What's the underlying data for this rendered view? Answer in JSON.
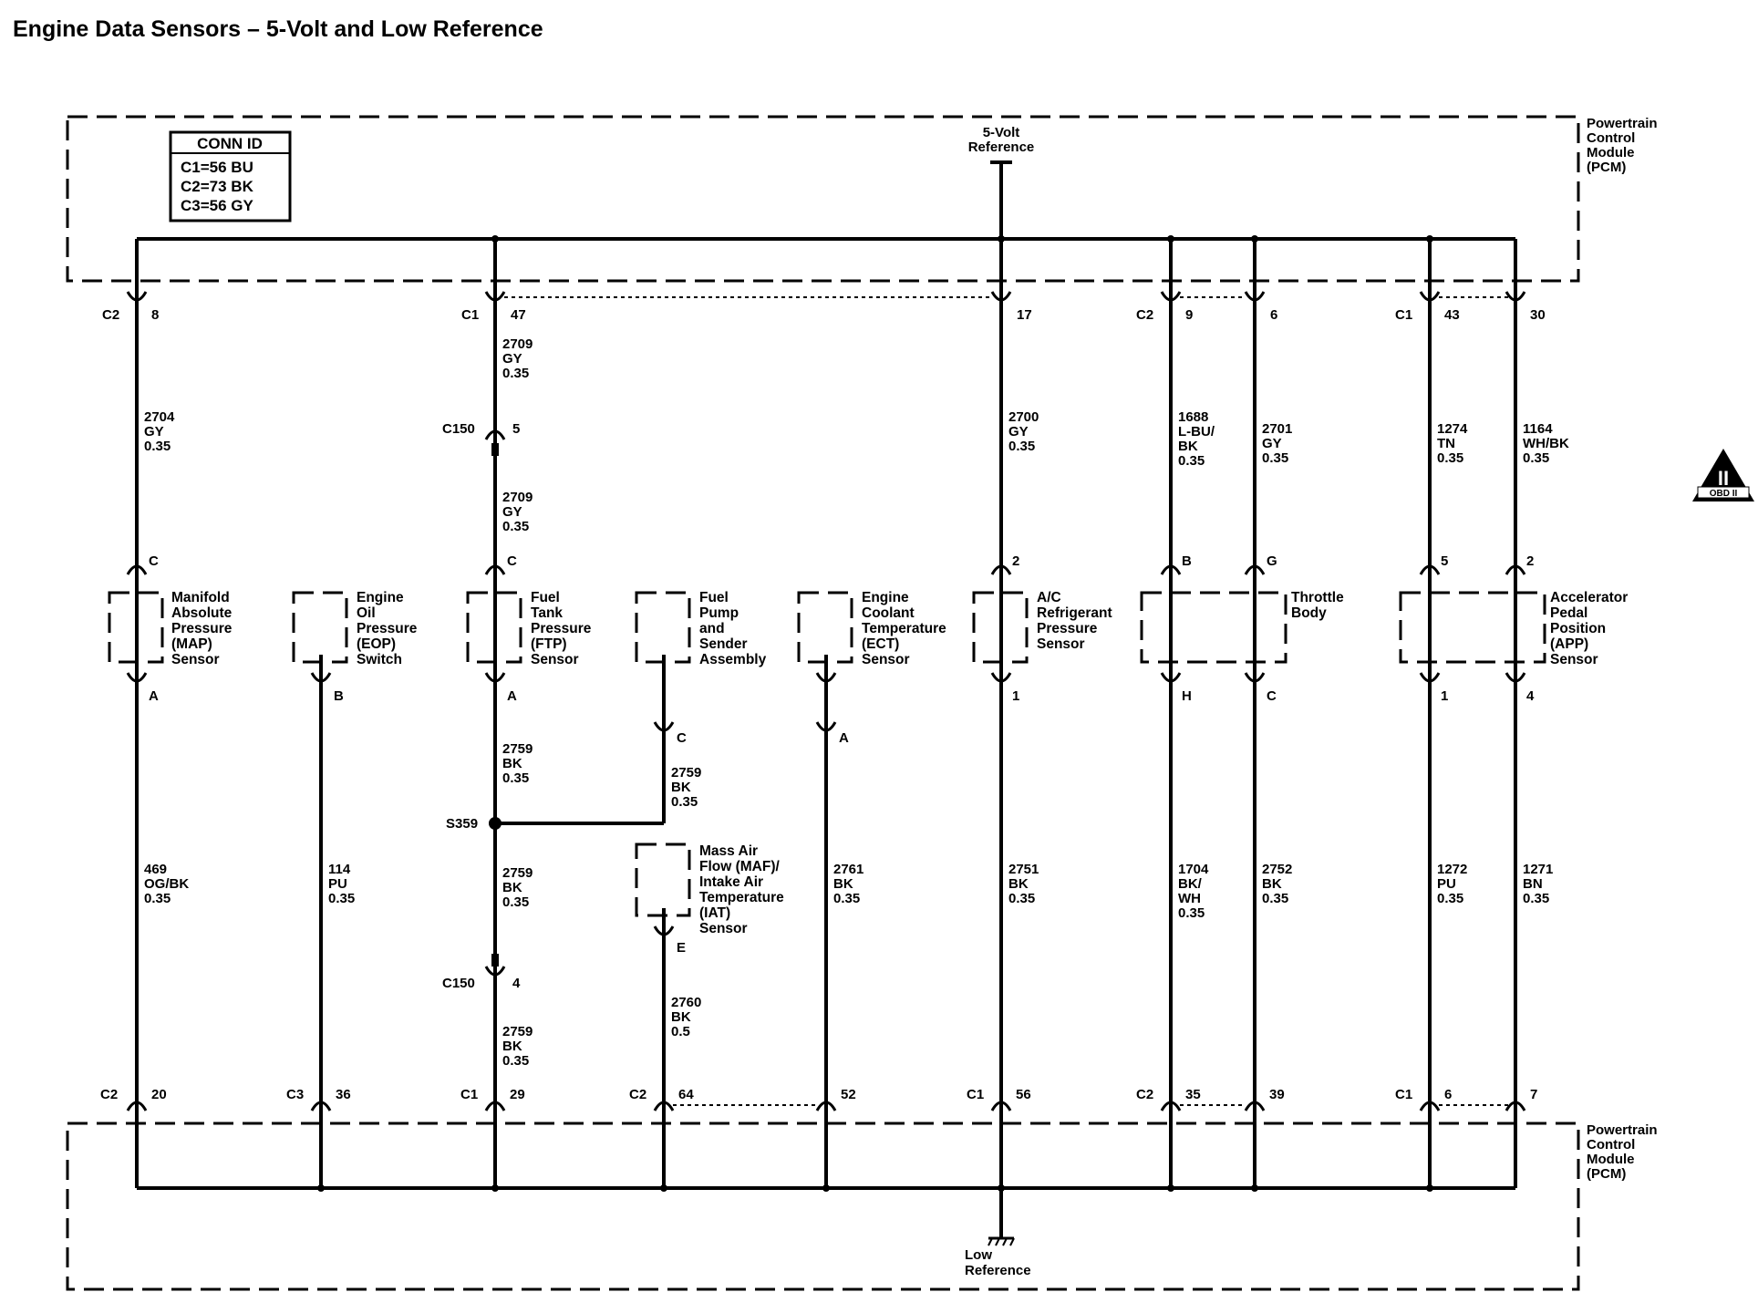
{
  "title": "Engine Data Sensors – 5-Volt and Low Reference",
  "module": {
    "label_lines": [
      "Powertrain",
      "Control",
      "Module",
      "(PCM)"
    ]
  },
  "conn_id": {
    "header": "CONN ID",
    "lines": [
      "C1=56 BU",
      "C2=73 BK",
      "C3=56 GY"
    ]
  },
  "references": {
    "top": [
      "5-Volt",
      "Reference"
    ],
    "bottom": [
      "Low",
      "Reference"
    ]
  },
  "badge": "OBD II",
  "badge_numeral": "II",
  "splices": [
    {
      "id": "s359",
      "label": "S359"
    }
  ],
  "inline_connectors": [
    {
      "id": "c150a",
      "conn": "C150",
      "pin": "5"
    },
    {
      "id": "c150b",
      "conn": "C150",
      "pin": "4"
    }
  ],
  "top_pins": [
    {
      "id": "map",
      "conn": "C2",
      "pin": "8"
    },
    {
      "id": "ftp",
      "conn": "C1",
      "pin": "47"
    },
    {
      "id": "ac",
      "conn": "",
      "pin": "17"
    },
    {
      "id": "tb1",
      "conn": "C2",
      "pin": "9"
    },
    {
      "id": "tb2",
      "conn": "",
      "pin": "6"
    },
    {
      "id": "app1",
      "conn": "C1",
      "pin": "43"
    },
    {
      "id": "app2",
      "conn": "",
      "pin": "30"
    }
  ],
  "bottom_pins": [
    {
      "id": "map",
      "conn": "C2",
      "pin": "20"
    },
    {
      "id": "eop",
      "conn": "C3",
      "pin": "36"
    },
    {
      "id": "ftp",
      "conn": "C1",
      "pin": "29"
    },
    {
      "id": "maf",
      "conn": "C2",
      "pin": "64"
    },
    {
      "id": "ect",
      "conn": "",
      "pin": "52"
    },
    {
      "id": "ac",
      "conn": "C1",
      "pin": "56"
    },
    {
      "id": "tb1",
      "conn": "C2",
      "pin": "35"
    },
    {
      "id": "tb2",
      "conn": "",
      "pin": "39"
    },
    {
      "id": "app1",
      "conn": "C1",
      "pin": "6"
    },
    {
      "id": "app2",
      "conn": "",
      "pin": "7"
    }
  ],
  "wires": [
    {
      "id": "w2704",
      "lines": [
        "2704",
        "GY",
        "0.35"
      ]
    },
    {
      "id": "w2709a",
      "lines": [
        "2709",
        "GY",
        "0.35"
      ]
    },
    {
      "id": "w2709b",
      "lines": [
        "2709",
        "GY",
        "0.35"
      ]
    },
    {
      "id": "w2700",
      "lines": [
        "2700",
        "GY",
        "0.35"
      ]
    },
    {
      "id": "w1688",
      "lines": [
        "1688",
        "L-BU/",
        "BK",
        "0.35"
      ]
    },
    {
      "id": "w2701",
      "lines": [
        "2701",
        "GY",
        "0.35"
      ]
    },
    {
      "id": "w1274",
      "lines": [
        "1274",
        "TN",
        "0.35"
      ]
    },
    {
      "id": "w1164",
      "lines": [
        "1164",
        "WH/BK",
        "0.35"
      ]
    },
    {
      "id": "w2759a",
      "lines": [
        "2759",
        "BK",
        "0.35"
      ]
    },
    {
      "id": "w2759b",
      "lines": [
        "2759",
        "BK",
        "0.35"
      ]
    },
    {
      "id": "w2759c",
      "lines": [
        "2759",
        "BK",
        "0.35"
      ]
    },
    {
      "id": "w2759d",
      "lines": [
        "2759",
        "BK",
        "0.35"
      ]
    },
    {
      "id": "w469",
      "lines": [
        "469",
        "OG/BK",
        "0.35"
      ]
    },
    {
      "id": "w114",
      "lines": [
        "114",
        "PU",
        "0.35"
      ]
    },
    {
      "id": "w2760",
      "lines": [
        "2760",
        "BK",
        "0.5"
      ]
    },
    {
      "id": "w2761",
      "lines": [
        "2761",
        "BK",
        "0.35"
      ]
    },
    {
      "id": "w2751",
      "lines": [
        "2751",
        "BK",
        "0.35"
      ]
    },
    {
      "id": "w1704",
      "lines": [
        "1704",
        "BK/",
        "WH",
        "0.35"
      ]
    },
    {
      "id": "w2752",
      "lines": [
        "2752",
        "BK",
        "0.35"
      ]
    },
    {
      "id": "w1272",
      "lines": [
        "1272",
        "PU",
        "0.35"
      ]
    },
    {
      "id": "w1271",
      "lines": [
        "1271",
        "BN",
        "0.35"
      ]
    }
  ],
  "devices": [
    {
      "id": "map",
      "lines": [
        "Manifold",
        "Absolute",
        "Pressure",
        "(MAP)",
        "Sensor"
      ],
      "pins": [
        "C",
        "A"
      ]
    },
    {
      "id": "eop",
      "lines": [
        "Engine",
        "Oil",
        "Pressure",
        "(EOP)",
        "Switch"
      ],
      "pins": [
        "B"
      ]
    },
    {
      "id": "ftp",
      "lines": [
        "Fuel",
        "Tank",
        "Pressure",
        "(FTP)",
        "Sensor"
      ],
      "pins": [
        "C",
        "A"
      ]
    },
    {
      "id": "fuelpump",
      "lines": [
        "Fuel",
        "Pump",
        "and",
        "Sender",
        "Assembly"
      ],
      "pins": [
        "C"
      ]
    },
    {
      "id": "ect",
      "lines": [
        "Engine",
        "Coolant",
        "Temperature",
        "(ECT)",
        "Sensor"
      ],
      "pins": [
        "A"
      ]
    },
    {
      "id": "ac",
      "lines": [
        "A/C",
        "Refrigerant",
        "Pressure",
        "Sensor"
      ],
      "pins": [
        "2",
        "1"
      ]
    },
    {
      "id": "throttle",
      "lines": [
        "Throttle",
        "Body"
      ],
      "pins": [
        "B",
        "G",
        "H",
        "C"
      ]
    },
    {
      "id": "app",
      "lines": [
        "Accelerator",
        "Pedal",
        "Position",
        "(APP)",
        "Sensor"
      ],
      "pins": [
        "5",
        "2",
        "1",
        "4"
      ]
    },
    {
      "id": "maf",
      "lines": [
        "Mass Air",
        "Flow (MAF)/",
        "Intake Air",
        "Temperature",
        "(IAT)",
        "Sensor"
      ],
      "pins": [
        "E"
      ]
    }
  ]
}
